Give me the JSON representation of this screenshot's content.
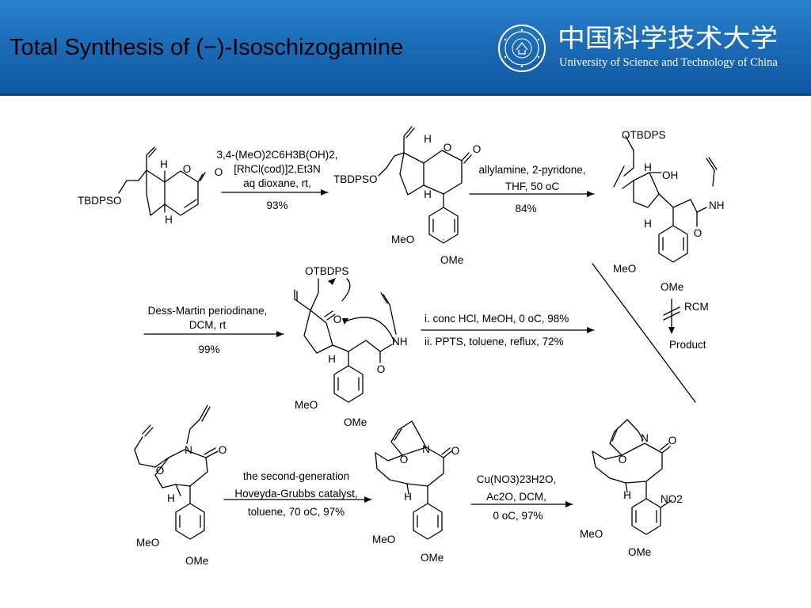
{
  "slide": {
    "title": "Total Synthesis of (−)-Isoschizogamine",
    "university_cn": "中国科学技术大学",
    "university_en": "University of Science and Technology of China",
    "seal_icon": "university-seal-icon",
    "header_color": "#1a6fbd"
  },
  "scheme": {
    "step1": {
      "line1": "3,4-(MeO)2C6H3B(OH)2,",
      "line2": "[RhCl(cod)]2,Et3N",
      "line3": "aq dioxane, rt,",
      "yield": "93%"
    },
    "step2": {
      "line1": "allylamine, 2-pyridone,",
      "line2": "THF, 50 oC",
      "yield": "84%"
    },
    "step3": {
      "line1": "Dess-Martin periodinane,",
      "line2": "DCM, rt",
      "yield": "99%"
    },
    "step4": {
      "line1": "i. conc HCl, MeOH, 0 oC, 98%",
      "line2": "ii. PPTS, toluene, reflux, 72%"
    },
    "step5": {
      "line1": "the second-generation",
      "line2": "Hoveyda-Grubbs catalyst,",
      "line3": "toluene, 70 oC, 97%"
    },
    "step6": {
      "line1": "Cu(NO3)23H2O,",
      "line2": "Ac2O, DCM,",
      "line3": "0 oC, 97%"
    },
    "failed": {
      "label": "RCM",
      "product": "Product"
    },
    "atoms": {
      "tbdpso": "TBDPSO",
      "otbdps": "OTBDPS",
      "h": "H",
      "o": "O",
      "oh": "OH",
      "n": "N",
      "nh": "NH",
      "meo": "MeO",
      "ome": "OMe",
      "no2": "NO2"
    }
  }
}
